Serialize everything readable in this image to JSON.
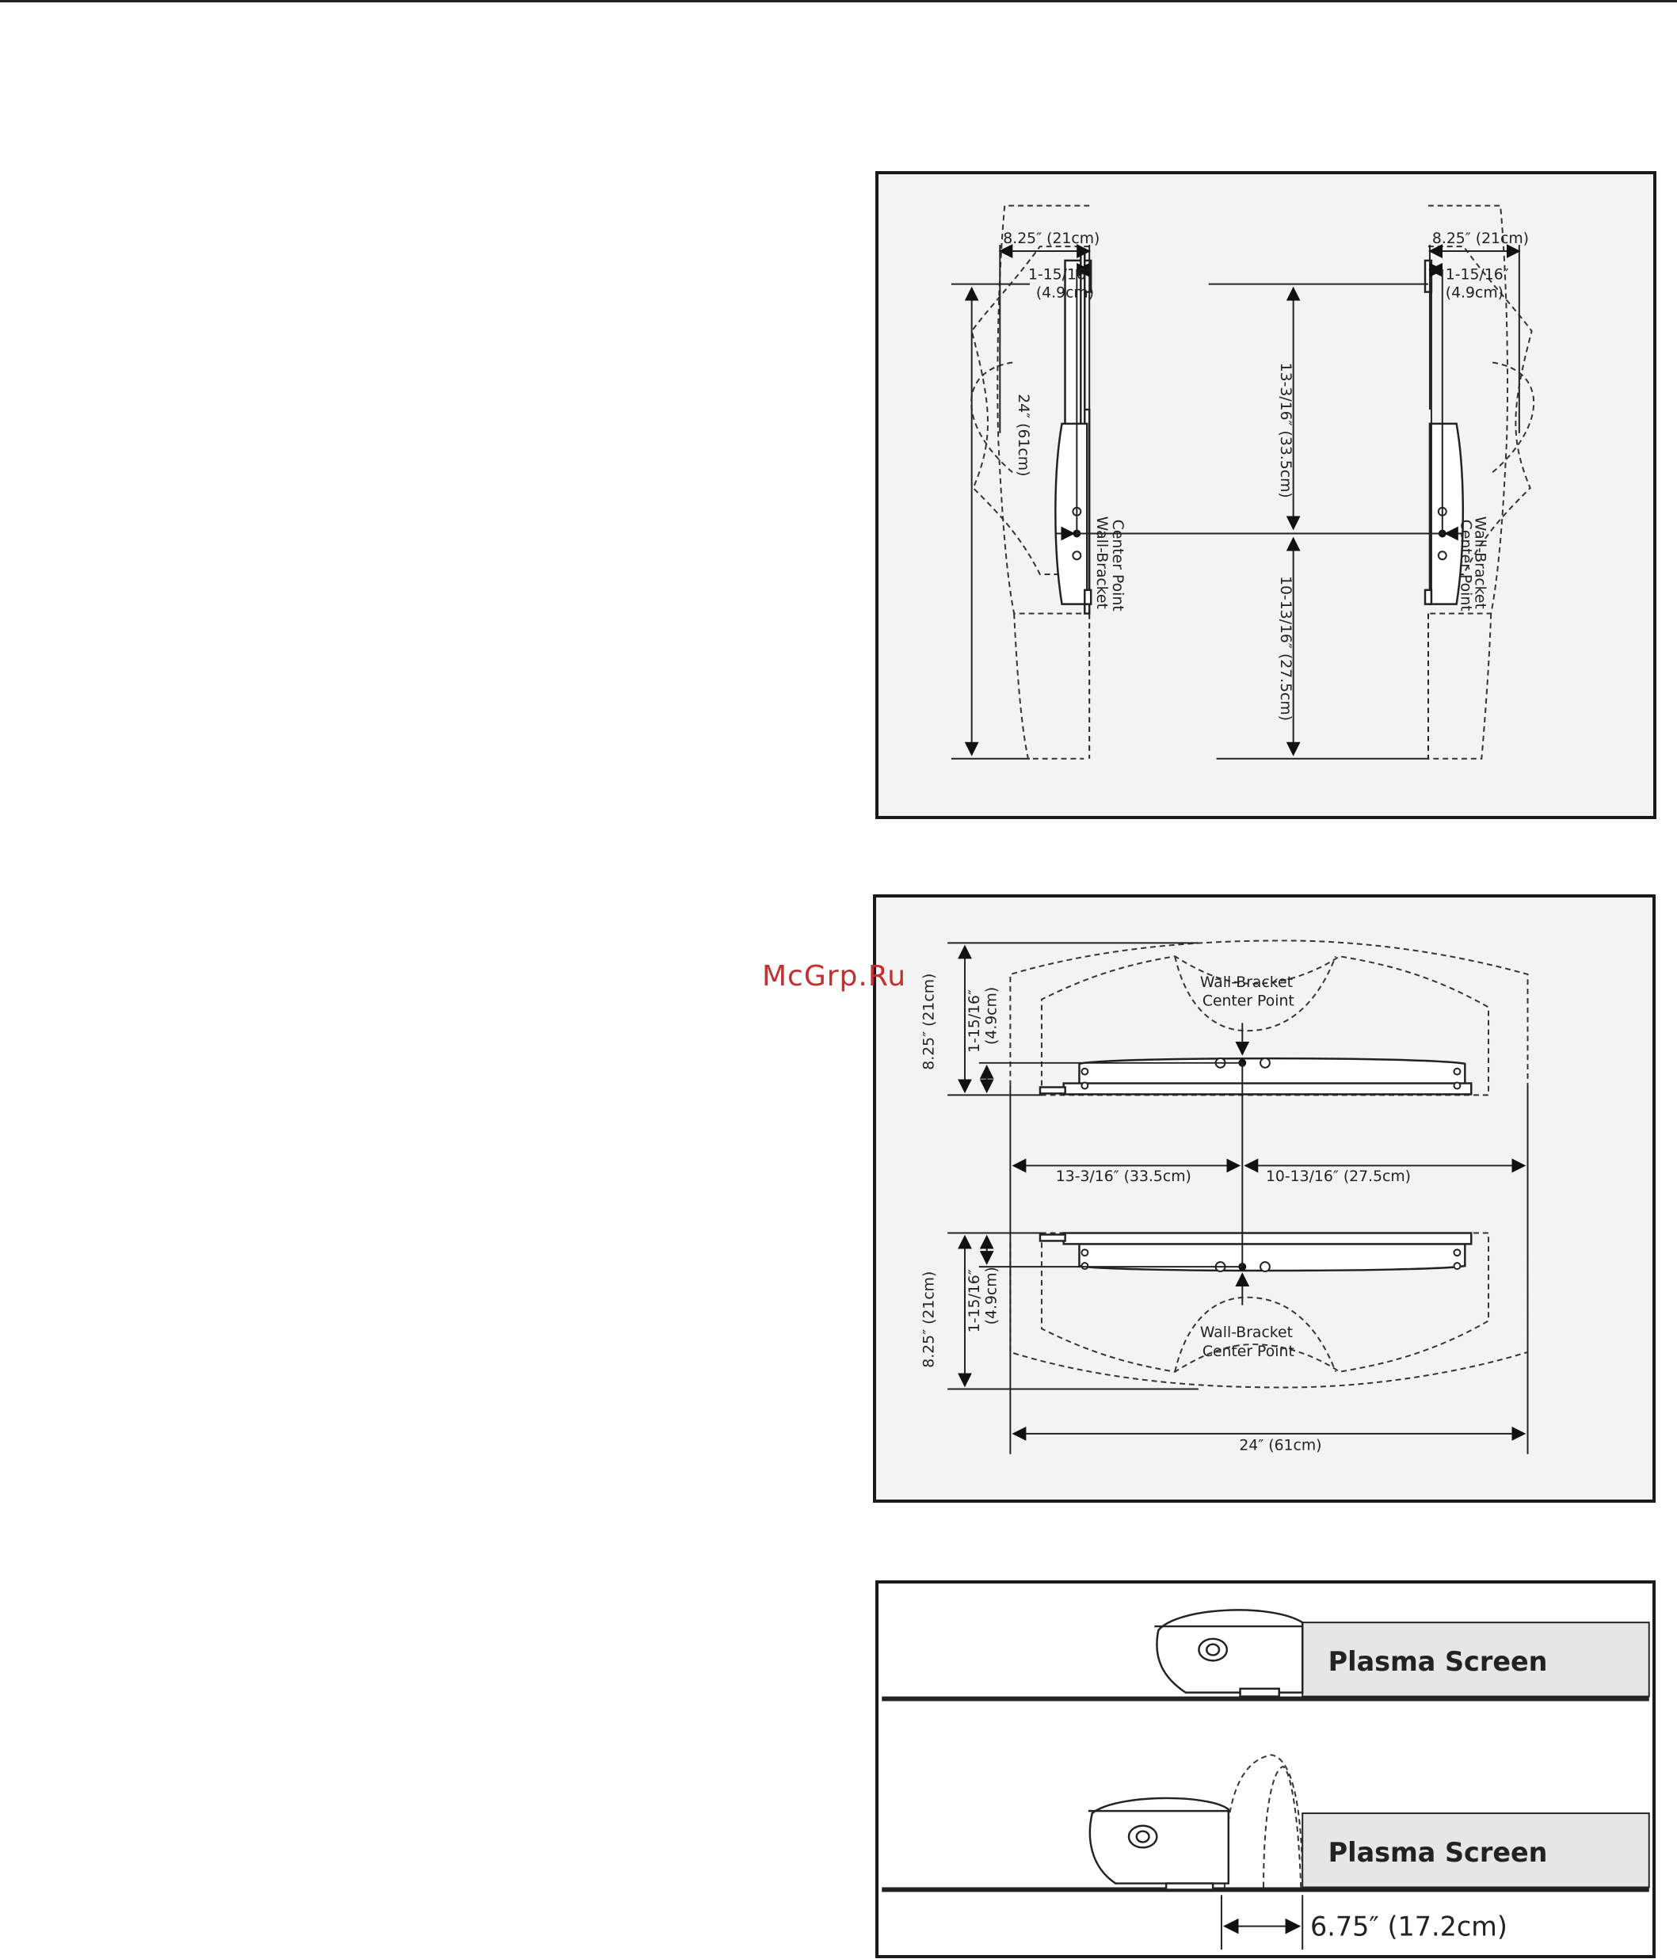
{
  "watermark": "McGrp.Ru",
  "vertical_diagram": {
    "width_label_left": "8.25″ (21cm)",
    "width_label_right": "8.25″ (21cm)",
    "offset_label_left_1": "1-15/16″",
    "offset_label_left_2": "(4.9cm)",
    "offset_label_right_1": "1-15/16″",
    "offset_label_right_2": "(4.9cm)",
    "height_label": "24″ (61cm)",
    "upper_label": "13-3/16″ (33.5cm)",
    "lower_label": "10-13/16″ (27.5cm)",
    "center_left_1": "Wall-Bracket",
    "center_left_2": "Center Point",
    "center_right_1": "Wall-Bracket",
    "center_right_2": "Center Point"
  },
  "horizontal_diagram": {
    "top_height_label": "8.25″ (21cm)",
    "top_offset_1": "1-15/16″",
    "top_offset_2": "(4.9cm)",
    "top_center_1": "Wall-Bracket",
    "top_center_2": "Center Point",
    "left_span_label": "13-3/16″ (33.5cm)",
    "right_span_label": "10-13/16″ (27.5cm)",
    "bottom_height_label": "8.25″ (21cm)",
    "bottom_offset_1": "1-15/16″",
    "bottom_offset_2": "(4.9cm)",
    "bottom_center_1": "Wall-Bracket",
    "bottom_center_2": "Center Point",
    "width_label": "24″ (61cm)"
  },
  "side_view": {
    "screen_label_top": "Plasma Screen",
    "screen_label_bottom": "Plasma Screen",
    "clearance_label": "6.75″ (17.2cm)"
  }
}
